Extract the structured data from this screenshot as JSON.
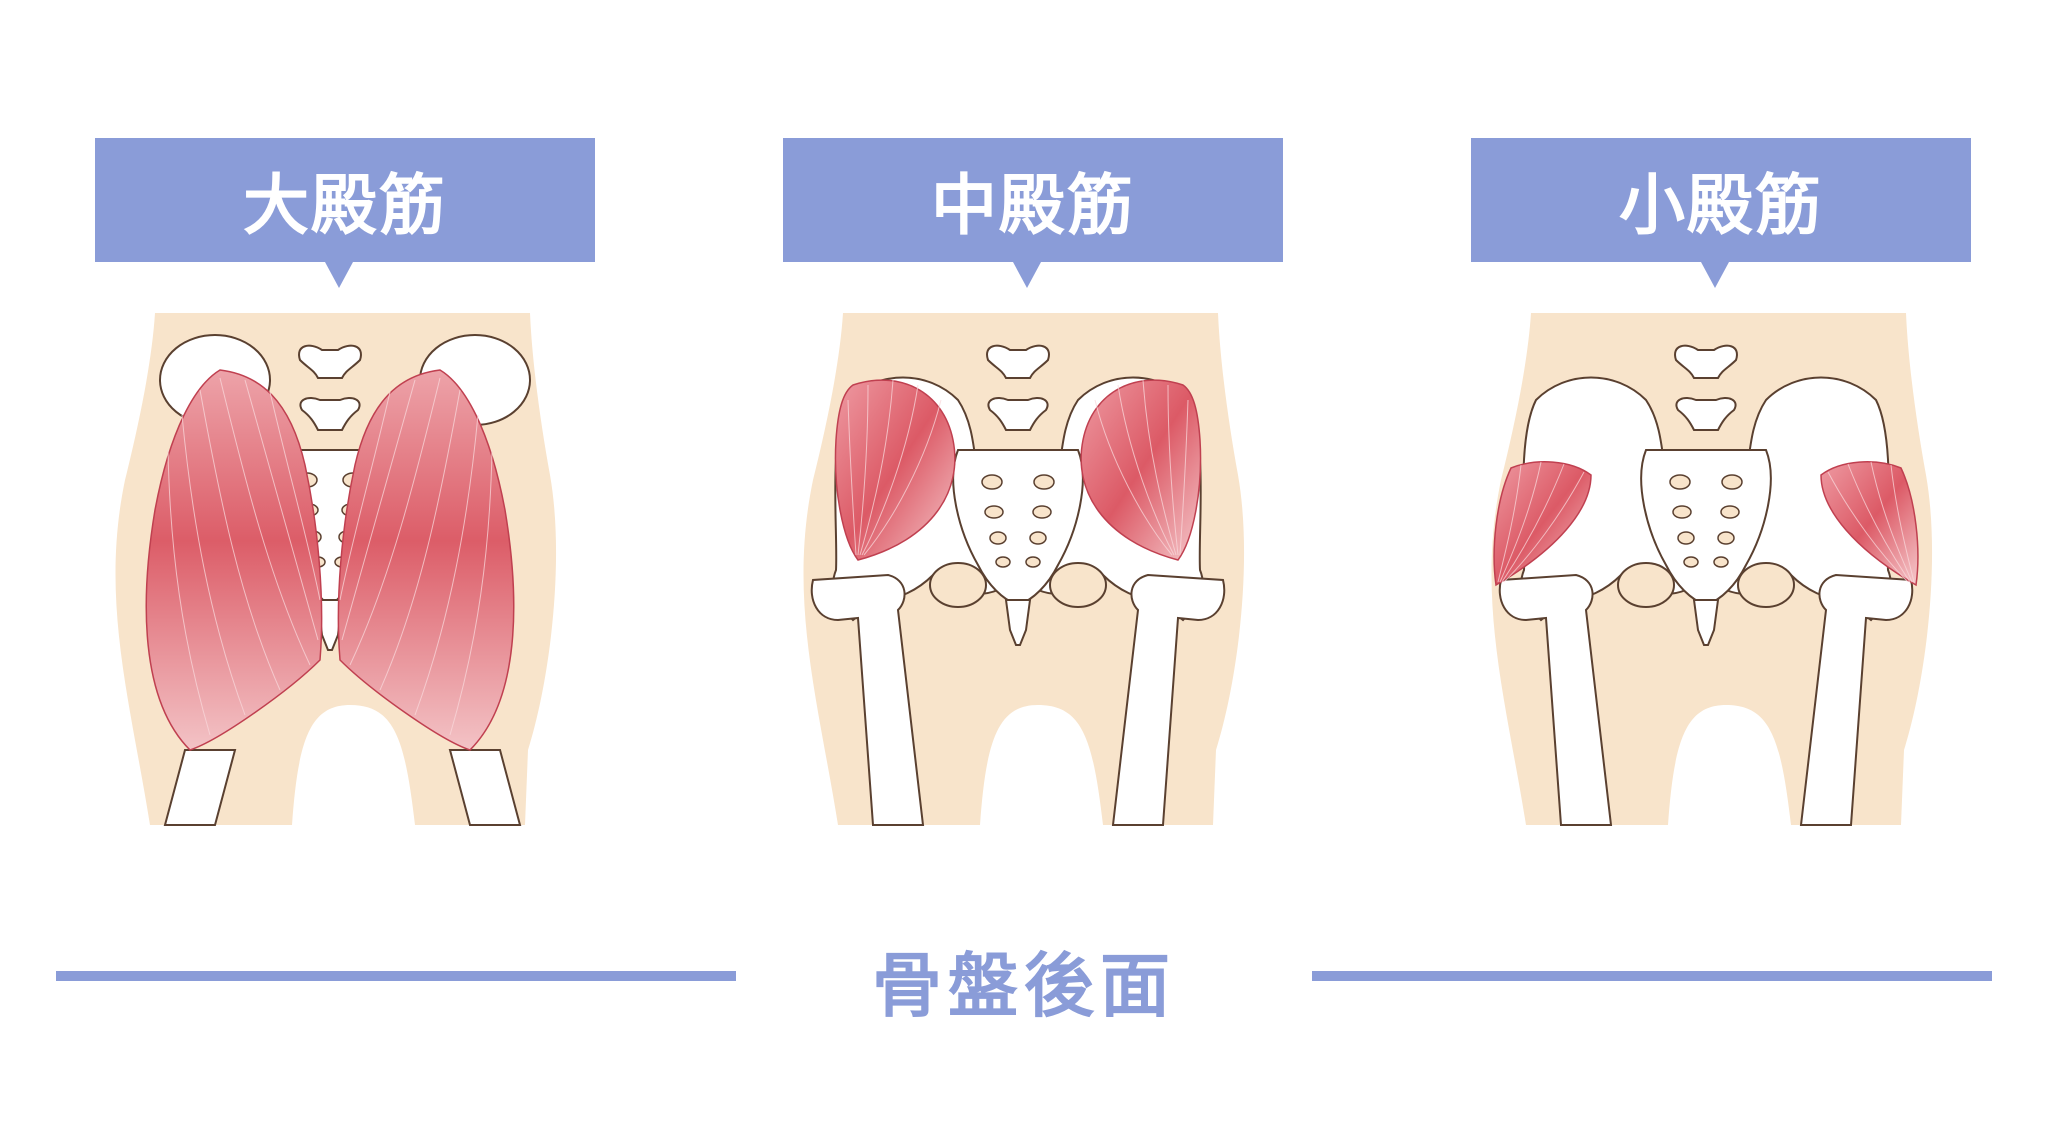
{
  "panels": [
    {
      "label": "大殿筋",
      "muscle": "gluteus-maximus"
    },
    {
      "label": "中殿筋",
      "muscle": "gluteus-medius"
    },
    {
      "label": "小殿筋",
      "muscle": "gluteus-minimus"
    }
  ],
  "footer": {
    "caption": "骨盤後面"
  },
  "colors": {
    "accent": "#8a9cd8",
    "skin": "#f8e4cb",
    "bone": "#ffffff",
    "outline": "#5a4030",
    "muscle_dark": "#d8525e",
    "muscle_light": "#f0b2b8"
  }
}
